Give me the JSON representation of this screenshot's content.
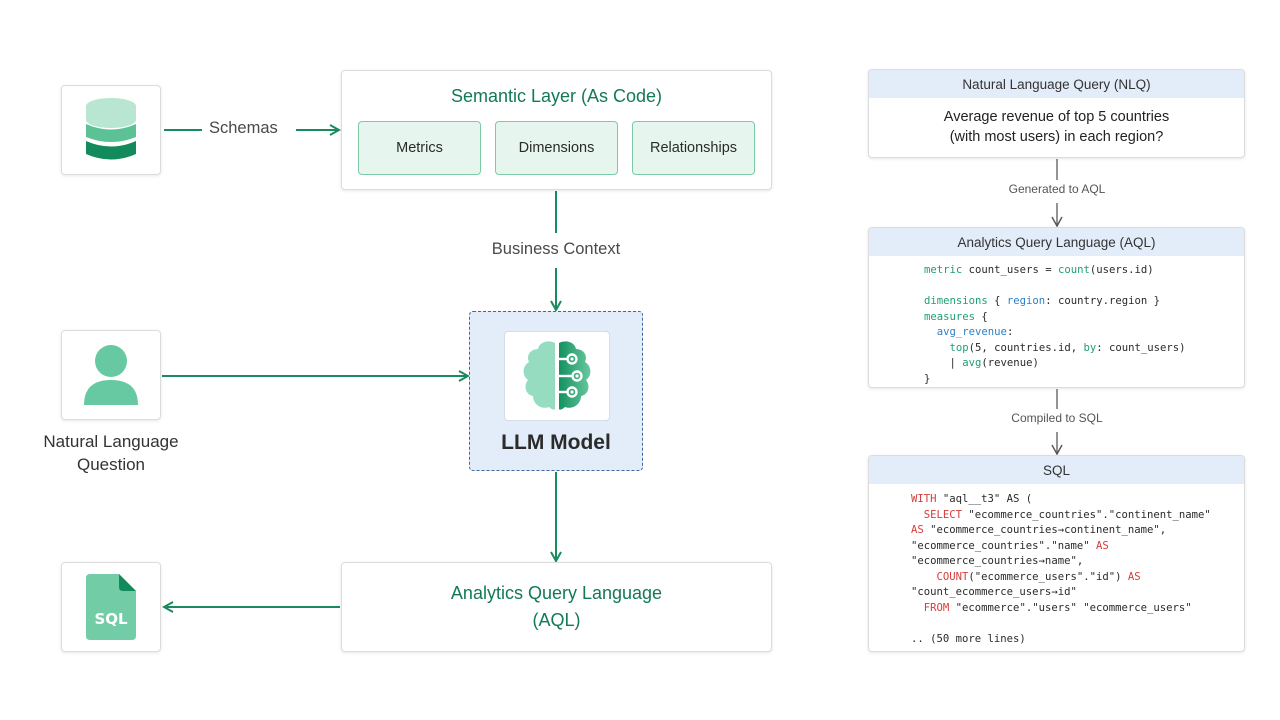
{
  "left_diagram": {
    "source_icon": "database-icon",
    "schemas_label": "Schemas",
    "semantic_layer": {
      "title": "Semantic Layer (As Code)",
      "items": [
        "Metrics",
        "Dimensions",
        "Relationships"
      ]
    },
    "business_context_label": "Business Context",
    "question_icon": "user-icon",
    "question_caption_line1": "Natural Language",
    "question_caption_line2": "Question",
    "llm": {
      "icon": "brain-circuit-icon",
      "label": "LLM Model"
    },
    "aql_box": {
      "line1": "Analytics Query Language",
      "line2": "(AQL)"
    },
    "output_icon": "sql-file-icon",
    "output_icon_text": "SQL"
  },
  "right_flow": {
    "nlq": {
      "header": "Natural Language Query (NLQ)",
      "line1": "Average revenue of top 5 countries",
      "line2": "(with most users) in each region?"
    },
    "generated_label": "Generated to AQL",
    "aql": {
      "header": "Analytics Query Language (AQL)",
      "lines": [
        [
          {
            "t": "metric",
            "c": "k-green"
          },
          {
            "t": " count_users = "
          },
          {
            "t": "count",
            "c": "k-green"
          },
          {
            "t": "(users.id)"
          }
        ],
        [],
        [
          {
            "t": "dimensions",
            "c": "k-green"
          },
          {
            "t": " { "
          },
          {
            "t": "region",
            "c": "k-blue"
          },
          {
            "t": ": country.region }"
          }
        ],
        [
          {
            "t": "measures",
            "c": "k-green"
          },
          {
            "t": " {"
          }
        ],
        [
          {
            "t": "  "
          },
          {
            "t": "avg_revenue",
            "c": "k-blue"
          },
          {
            "t": ":"
          }
        ],
        [
          {
            "t": "    "
          },
          {
            "t": "top",
            "c": "k-green"
          },
          {
            "t": "(5, countries.id, "
          },
          {
            "t": "by",
            "c": "k-green"
          },
          {
            "t": ": count_users)"
          }
        ],
        [
          {
            "t": "    | "
          },
          {
            "t": "avg",
            "c": "k-green"
          },
          {
            "t": "(revenue)"
          }
        ],
        [
          {
            "t": "}"
          }
        ]
      ]
    },
    "compiled_label": "Compiled to SQL",
    "sql": {
      "header": "SQL",
      "lines": [
        [
          {
            "t": "WITH",
            "c": "k-red"
          },
          {
            "t": " \"aql__t3\" AS ("
          }
        ],
        [
          {
            "t": "  "
          },
          {
            "t": "SELECT",
            "c": "k-red"
          },
          {
            "t": " \"ecommerce_countries\".\"continent_name\""
          }
        ],
        [
          {
            "t": "AS",
            "c": "k-red"
          },
          {
            "t": " \"ecommerce_countries→continent_name\","
          }
        ],
        [
          {
            "t": "\"ecommerce_countries\".\"name\" "
          },
          {
            "t": "AS",
            "c": "k-red"
          }
        ],
        [
          {
            "t": "\"ecommerce_countries→name\","
          }
        ],
        [
          {
            "t": "    "
          },
          {
            "t": "COUNT",
            "c": "k-red"
          },
          {
            "t": "(\"ecommerce_users\".\"id\") "
          },
          {
            "t": "AS",
            "c": "k-red"
          }
        ],
        [
          {
            "t": "\"count_ecommerce_users→id\""
          }
        ],
        [
          {
            "t": "  "
          },
          {
            "t": "FROM",
            "c": "k-red"
          },
          {
            "t": " \"ecommerce\".\"users\" \"ecommerce_users\""
          }
        ],
        [],
        [
          {
            "t": ".. (50 more lines)"
          }
        ]
      ]
    }
  },
  "colors": {
    "accent_green": "#1a8a5f",
    "title_green": "#127a55",
    "panel_header_blue": "#e3edf9",
    "dashed_border": "#3e6a96"
  }
}
